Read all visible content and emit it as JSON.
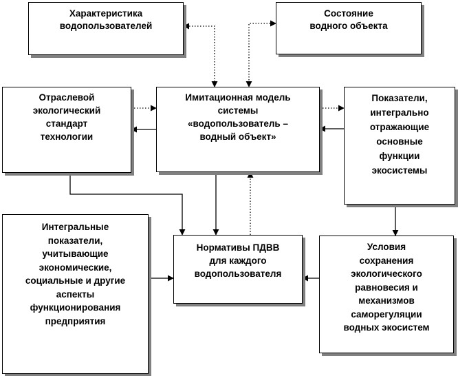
{
  "diagram": {
    "nodes": {
      "water_users": "Характеристика\nводопользователей",
      "water_body_state": "Состояние\nводного  объекта",
      "industry_standard": "Отраслевой\nэкологический\nстандарт\nтехнологии",
      "simulation_model": "Имитационная  модель\nсистемы\n«водопользователь  –\nводный  объект»",
      "ecosystem_indicators": "Показатели,\nинтегрально\nотражающие\nосновные\nфункции\nэкосистемы",
      "integral_indicators": "Интегральные\nпоказатели,\nучитывающие\nэкономические,\nсоциальные  и другие\nаспекты\nфункционирования\nпредприятия",
      "pdvv_standards": "Нормативы  ПДВВ\nдля каждого\nводопользователя",
      "equilibrium_conditions": "Условия\nсохранения\nэкологического\nравновесия  и\nмеханизмов\nсаморегуляции\nводных  экосистем"
    },
    "edges": [
      {
        "from": "water_users",
        "to": "simulation_model",
        "style": "dotted",
        "bidirectional": true
      },
      {
        "from": "water_body_state",
        "to": "simulation_model",
        "style": "dotted",
        "bidirectional": true
      },
      {
        "from": "industry_standard",
        "to": "simulation_model",
        "style": "dotted"
      },
      {
        "from": "simulation_model",
        "to": "industry_standard",
        "style": "solid"
      },
      {
        "from": "simulation_model",
        "to": "ecosystem_indicators",
        "style": "dotted"
      },
      {
        "from": "ecosystem_indicators",
        "to": "simulation_model",
        "style": "solid"
      },
      {
        "from": "simulation_model",
        "to": "pdvv_standards",
        "style": "solid"
      },
      {
        "from": "pdvv_standards",
        "to": "simulation_model",
        "style": "dotted"
      },
      {
        "from": "industry_standard",
        "to": "pdvv_standards",
        "style": "solid"
      },
      {
        "from": "integral_indicators",
        "to": "pdvv_standards",
        "style": "solid"
      },
      {
        "from": "ecosystem_indicators",
        "to": "equilibrium_conditions",
        "style": "solid"
      },
      {
        "from": "equilibrium_conditions",
        "to": "pdvv_standards",
        "style": "solid"
      }
    ]
  }
}
